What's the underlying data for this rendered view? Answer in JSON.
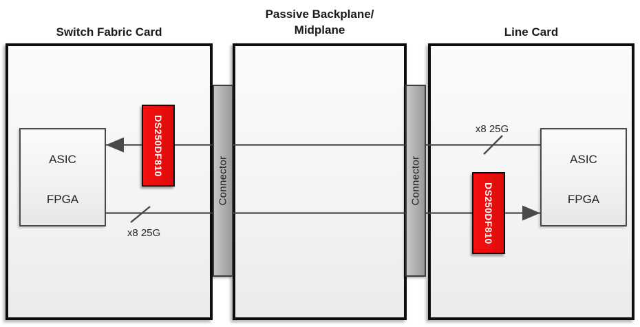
{
  "diagram": {
    "cards": [
      {
        "title": "Switch Fabric Card"
      },
      {
        "title": "Passive Backplane/\nMidplane"
      },
      {
        "title": "Line Card"
      }
    ],
    "connectors": [
      {
        "label": "Connector"
      },
      {
        "label": "Connector"
      }
    ],
    "asic_boxes": [
      {
        "line1": "ASIC",
        "line2": "FPGA"
      },
      {
        "line1": "ASIC",
        "line2": "FPGA"
      }
    ],
    "retimers": [
      {
        "label": "DS250DF810"
      },
      {
        "label": "DS250DF810"
      }
    ],
    "bus_labels": [
      {
        "text": "x8 25G"
      },
      {
        "text": "x8 25G"
      }
    ],
    "signal_paths": [
      {
        "from": "Line Card ASIC/FPGA",
        "to": "Switch Fabric ASIC/FPGA",
        "via": "DS250DF810 retimer on Switch Fabric Card",
        "direction": "right-to-left"
      },
      {
        "from": "Switch Fabric ASIC/FPGA",
        "to": "Line Card ASIC/FPGA",
        "via": "DS250DF810 retimer on Line Card",
        "direction": "left-to-right"
      }
    ],
    "colors": {
      "retimer_red": "#e90d0d",
      "line_gray": "#474747",
      "connector_gray": "#b2b2b2",
      "card_border": "#0d0d0d"
    }
  }
}
